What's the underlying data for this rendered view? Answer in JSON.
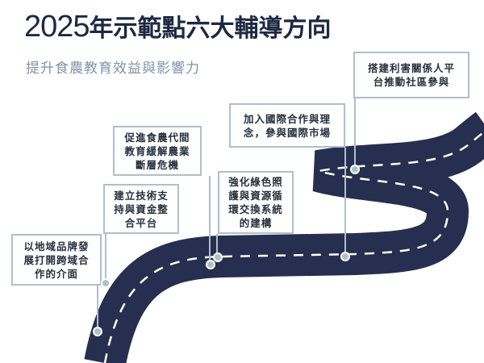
{
  "header": {
    "year": "2025",
    "title": "年示範點六大輔導方向",
    "subtitle": "提升食農教育效益與影響力"
  },
  "directions": [
    {
      "label": "以地域品牌發\n展打開跨域合\n作的介面"
    },
    {
      "label": "建立技術支\n持與資金整\n合平台"
    },
    {
      "label": "促進食農代間\n教育緩解農業\n斷層危機"
    },
    {
      "label": "強化綠色照\n護與資源循\n環交換系統\n的建構"
    },
    {
      "label": "加入國際合作與理\n念，參與國際市場"
    },
    {
      "label": "搭建利害關係人平\n台推動社區參與"
    }
  ],
  "colors": {
    "road": "#262f4f",
    "lane_marking": "#ffffff",
    "connector": "#aebfcc",
    "title_text": "#1e2841",
    "subtitle_text": "#7f93a8"
  }
}
